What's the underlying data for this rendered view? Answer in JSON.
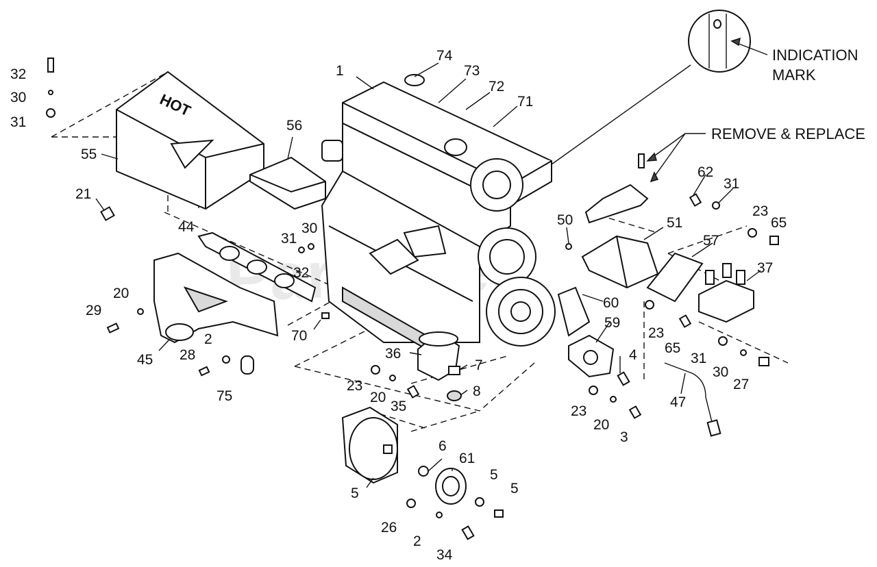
{
  "annotations": {
    "indication_mark_line1": "INDICATION",
    "indication_mark_line2": "MARK",
    "remove_replace": "REMOVE & REPLACE"
  },
  "heat_shield_text": "HOT",
  "watermark": "PartsTree",
  "callouts": [
    "32",
    "30",
    "31",
    "55",
    "56",
    "21",
    "44",
    "30",
    "31",
    "32",
    "29",
    "20",
    "45",
    "28",
    "2",
    "75",
    "70",
    "1",
    "74",
    "73",
    "72",
    "71",
    "50",
    "51",
    "62",
    "31",
    "23",
    "65",
    "57",
    "37",
    "60",
    "59",
    "23",
    "65",
    "31",
    "30",
    "27",
    "4",
    "47",
    "36",
    "7",
    "8",
    "23",
    "20",
    "35",
    "23",
    "20",
    "3",
    "5",
    "6",
    "61",
    "5",
    "5",
    "26",
    "2",
    "34"
  ]
}
